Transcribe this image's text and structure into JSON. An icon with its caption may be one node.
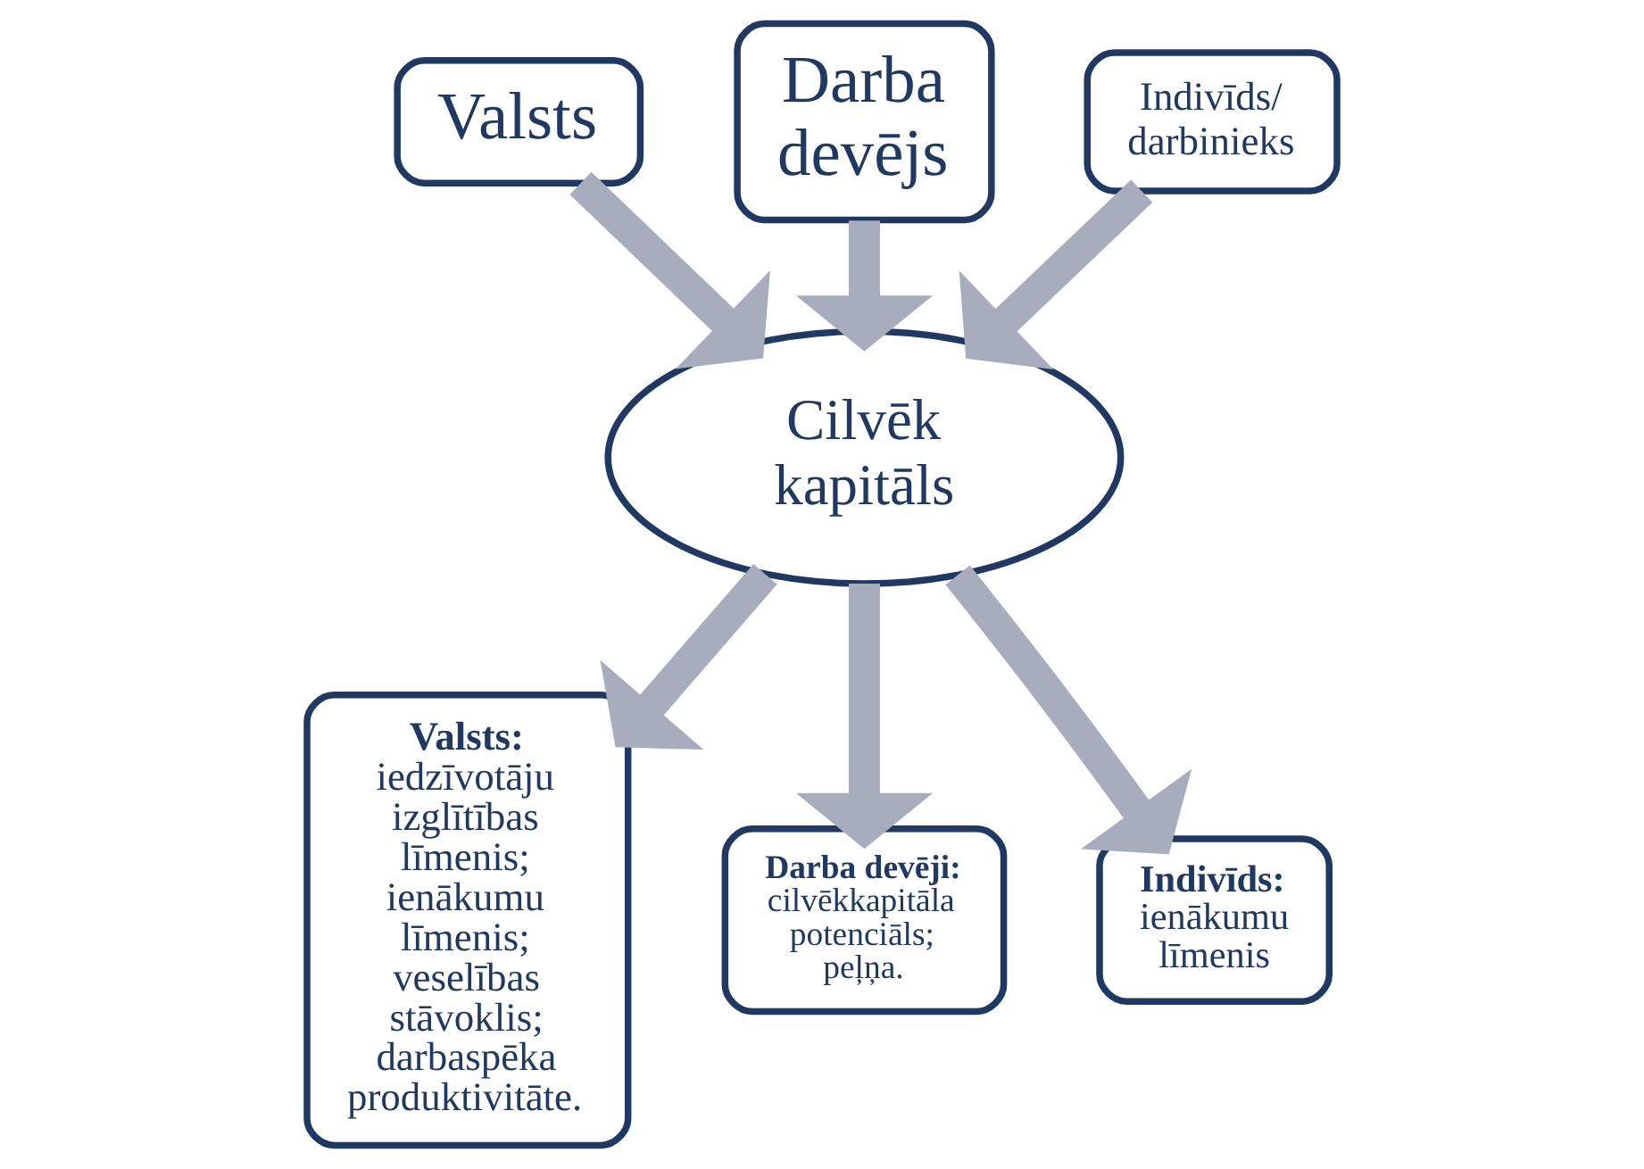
{
  "diagram": {
    "nodes": [
      {
        "text": [
          "Valsts"
        ]
      },
      {
        "text": [
          "Darba devējs"
        ]
      },
      {
        "text": [
          "Indivīds/ darbinieks"
        ]
      },
      {
        "text": [
          "Cilvēk kapitāls"
        ]
      },
      {
        "text": [
          "Valsts:",
          "iedzīvotāju izglītības līmenis; ienākumu līmenis; veselības stāvoklis; darbaspēka produktivitāte."
        ]
      },
      {
        "text": [
          "Darba devēji:",
          "cilvēkkapitāla potenciāls; peļņa."
        ]
      },
      {
        "text": [
          "Indivīds:",
          "ienākumu līmenis"
        ]
      }
    ],
    "edges": [
      {
        "from": 0,
        "to": 3,
        "arrow": "to"
      },
      {
        "from": 1,
        "to": 3,
        "arrow": "to"
      },
      {
        "from": 2,
        "to": 3,
        "arrow": "to"
      },
      {
        "from": 3,
        "to": 4,
        "arrow": "to"
      },
      {
        "from": 3,
        "to": 5,
        "arrow": "to"
      },
      {
        "from": 3,
        "to": 6,
        "arrow": "to"
      }
    ]
  }
}
